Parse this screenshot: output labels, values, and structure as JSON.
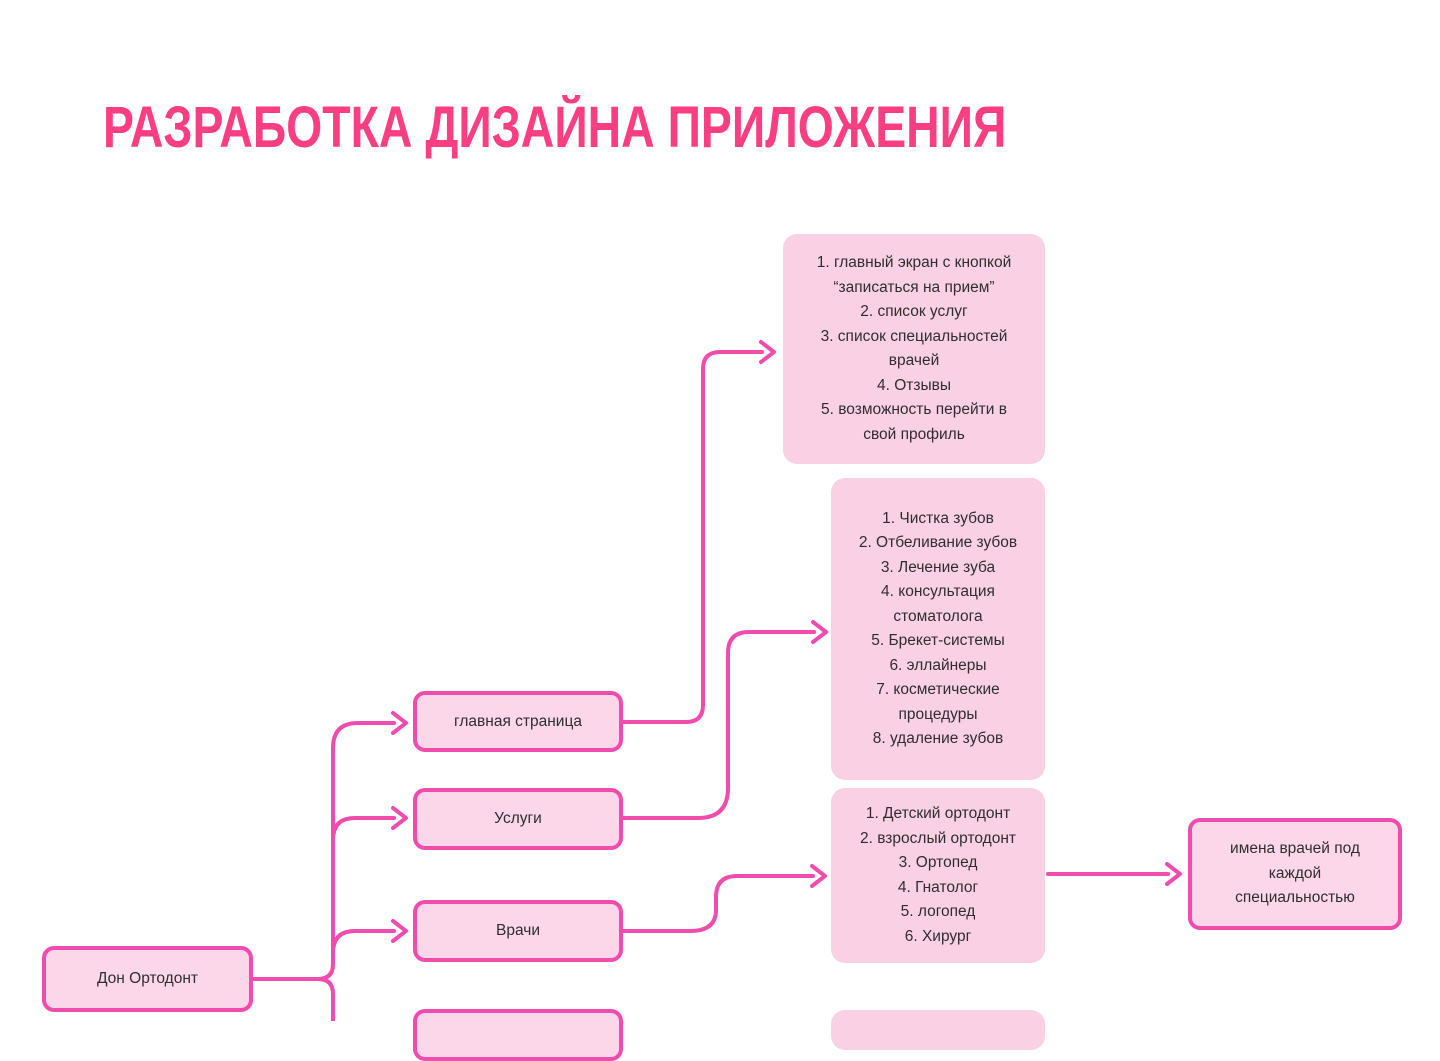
{
  "title": "РАЗРАБОТКА ДИЗАЙНА ПРИЛОЖЕНИЯ",
  "colors": {
    "accent": "#F04CAE",
    "title": "#FA3E82",
    "node_fill": "#FBD7E9",
    "list_fill": "#FAD0E4",
    "text": "#2E2E2E",
    "background": "#FFFFFF"
  },
  "diagram": {
    "root": {
      "label": "Дон Ортодонт"
    },
    "pages": [
      {
        "label": "главная страница"
      },
      {
        "label": "Услуги"
      },
      {
        "label": "Врачи"
      }
    ],
    "details": {
      "main_screen": {
        "items": [
          "1. главный экран с кнопкой\n“записаться на прием”",
          "2. список услуг",
          "3. список специальностей\nврачей",
          "4. Отзывы",
          "5. возможность перейти в\nсвой профиль"
        ]
      },
      "services_list": {
        "items": [
          "1. Чистка зубов",
          "2. Отбеливание зубов",
          "3. Лечение зуба",
          "4. консультация\nстоматолога",
          "5. Брекет-системы",
          "6. эллайнеры",
          "7. косметические\nпроцедуры",
          "8. удаление зубов"
        ]
      },
      "doctors_list": {
        "items": [
          "1. Детский ортодонт",
          "2. взрослый ортодонт",
          "3. Ортопед",
          "4. Гнатолог",
          "5. логопед",
          "6. Хирург"
        ]
      },
      "doctor_names": {
        "label": "имена врачей под\nкаждой\nспециальностью"
      }
    }
  }
}
